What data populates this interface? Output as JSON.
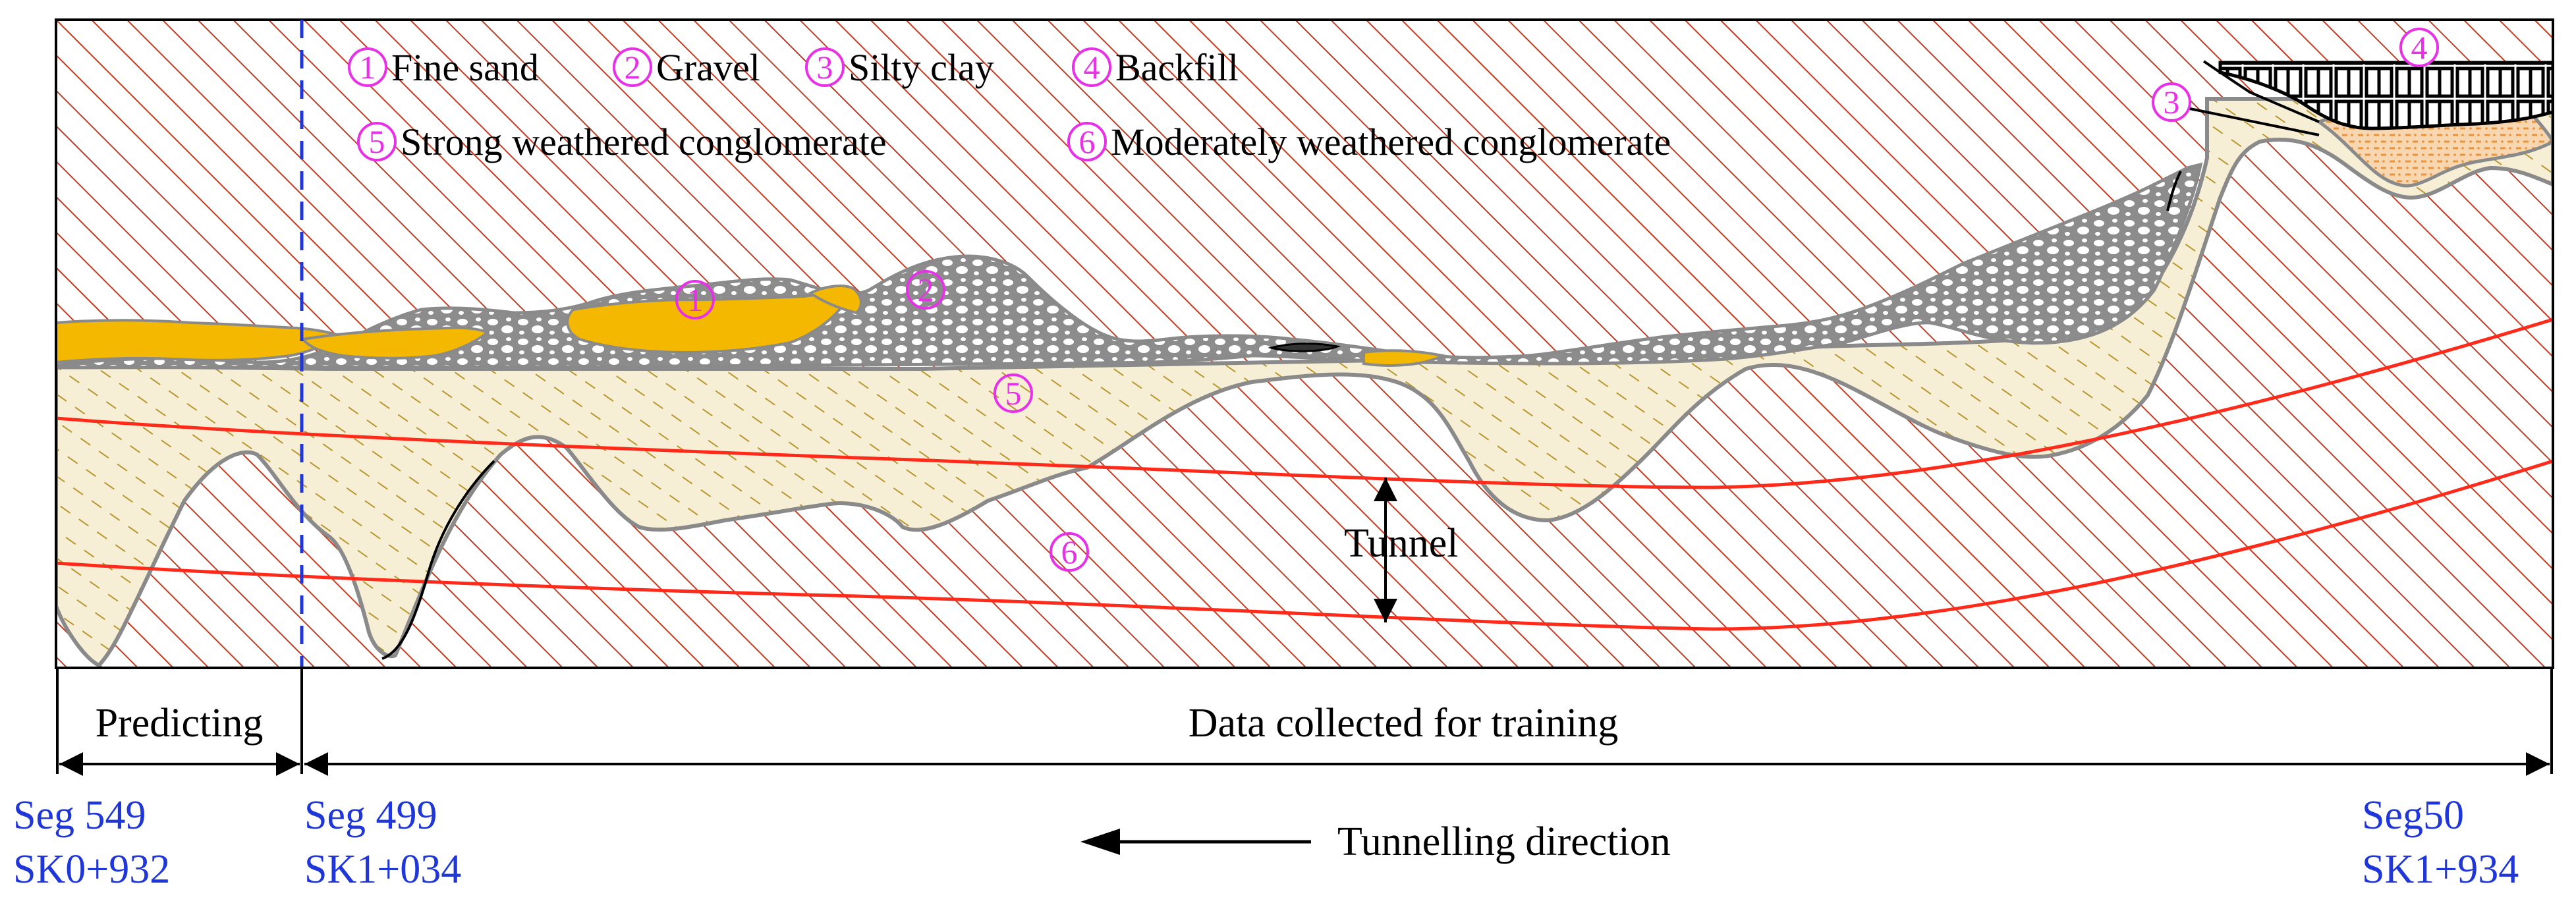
{
  "legend": {
    "items": [
      {
        "num": "1",
        "label": "Fine sand"
      },
      {
        "num": "2",
        "label": "Gravel"
      },
      {
        "num": "3",
        "label": "Silty clay"
      },
      {
        "num": "4",
        "label": "Backfill"
      },
      {
        "num": "5",
        "label": "Strong weathered conglomerate"
      },
      {
        "num": "6",
        "label": "Moderately weathered conglomerate"
      }
    ]
  },
  "markers": {
    "fine_sand": "1",
    "gravel": "2",
    "silty_clay": "3",
    "backfill": "4",
    "strong": "5",
    "moderate": "6"
  },
  "tunnel_label": "Tunnel",
  "spans": {
    "predicting": "Predicting",
    "training": "Data collected for training"
  },
  "segments": {
    "left": {
      "seg": "Seg 549",
      "chainage": "SK0+932"
    },
    "middle": {
      "seg": "Seg 499",
      "chainage": "SK1+034"
    },
    "right": {
      "seg": "Seg50",
      "chainage": "SK1+934"
    }
  },
  "direction_label": "Tunnelling direction",
  "colors": {
    "fine_sand": "#f5b800",
    "gravel": "#8c8c8c",
    "strong_hatch": "#b8962e",
    "strong_fill": "#f6efd6",
    "moderate_hatch": "#c23b22",
    "tunnel_line": "#ff2a1a",
    "marker_magenta": "#e830e8",
    "segment_blue": "#1f36d8",
    "silty_clay": "#e8923a"
  }
}
